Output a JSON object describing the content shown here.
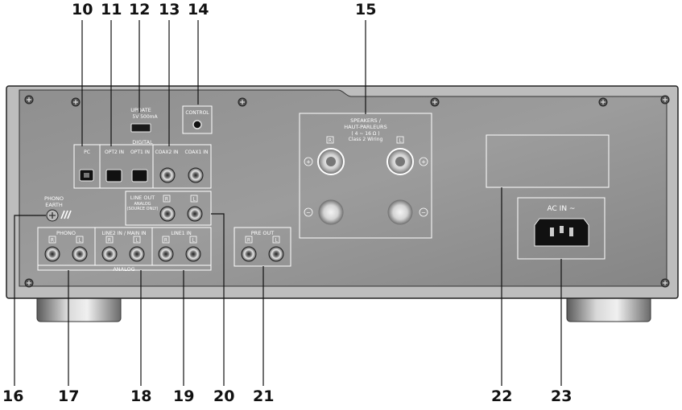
{
  "callouts": {
    "n10": "10",
    "n11": "11",
    "n12": "12",
    "n13": "13",
    "n14": "14",
    "n15": "15",
    "n16": "16",
    "n17": "17",
    "n18": "18",
    "n19": "19",
    "n20": "20",
    "n21": "21",
    "n22": "22",
    "n23": "23"
  },
  "panel": {
    "update": "UPDATE",
    "update_spec": "5V  500mA",
    "control": "CONTROL",
    "digital": "DIGITAL",
    "pc": "PC",
    "opt2": "OPT2 IN",
    "opt1": "OPT1 IN",
    "coax2": "COAX2 IN",
    "coax1": "COAX1 IN",
    "speakers1": "SPEAKERS /",
    "speakers2": "HAUT-PARLEURS",
    "speakers3": "( 4 ~ 16 Ω )",
    "speakers4": "Class 2 Wiring",
    "r": "R",
    "l": "L",
    "plus": "+",
    "minus": "−",
    "phono_earth1": "PHONO",
    "phono_earth2": "EARTH",
    "line_out": "LINE OUT",
    "line_out_sub1": "ANALOG",
    "line_out_sub2": "(SOURCE ONLY)",
    "phono": "PHONO",
    "line2": "LINE2 IN / MAIN IN",
    "line1": "LINE1 IN",
    "analog": "ANALOG",
    "pre_out": "PRE OUT",
    "ac_in": "AC IN ~"
  }
}
